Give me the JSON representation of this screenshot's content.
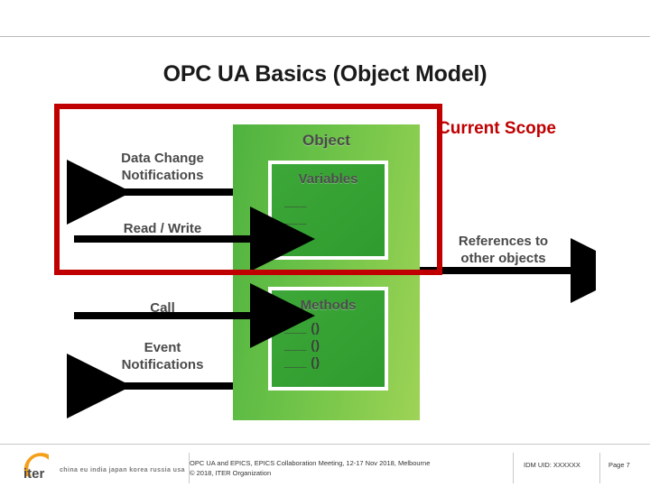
{
  "slide": {
    "title": "OPC UA Basics (Object Model)",
    "scope_label": "Current Scope"
  },
  "diagram": {
    "object_label": "Object",
    "variables": {
      "title": "Variables",
      "lines": [
        "___",
        "___",
        "___"
      ]
    },
    "methods": {
      "title": "Methods",
      "lines": [
        "___ ()",
        "___ ()",
        "___ ()"
      ]
    },
    "labels": {
      "data_change": "Data Change\nNotifications",
      "data_change_line1": "Data Change",
      "data_change_line2": "Notifications",
      "read_write": "Read / Write",
      "call": "Call",
      "event_line1": "Event",
      "event_line2": "Notifications",
      "references_line1": "References to",
      "references_line2": "other objects"
    }
  },
  "footer": {
    "line1": "OPC UA and EPICS, EPICS Collaboration Meeting, 12-17 Nov 2018, Melbourne",
    "line2": "© 2018, ITER Organization",
    "idm_uid": "IDM UID: XXXXXX",
    "page": "Page 7",
    "logo_text": "china eu india japan korea russia usa",
    "logo_word": "iter"
  },
  "colors": {
    "scope_red": "#c00000",
    "green_light": "#9ed356",
    "green_dark": "#2f9b2f",
    "logo_orange": "#f5a01b"
  }
}
